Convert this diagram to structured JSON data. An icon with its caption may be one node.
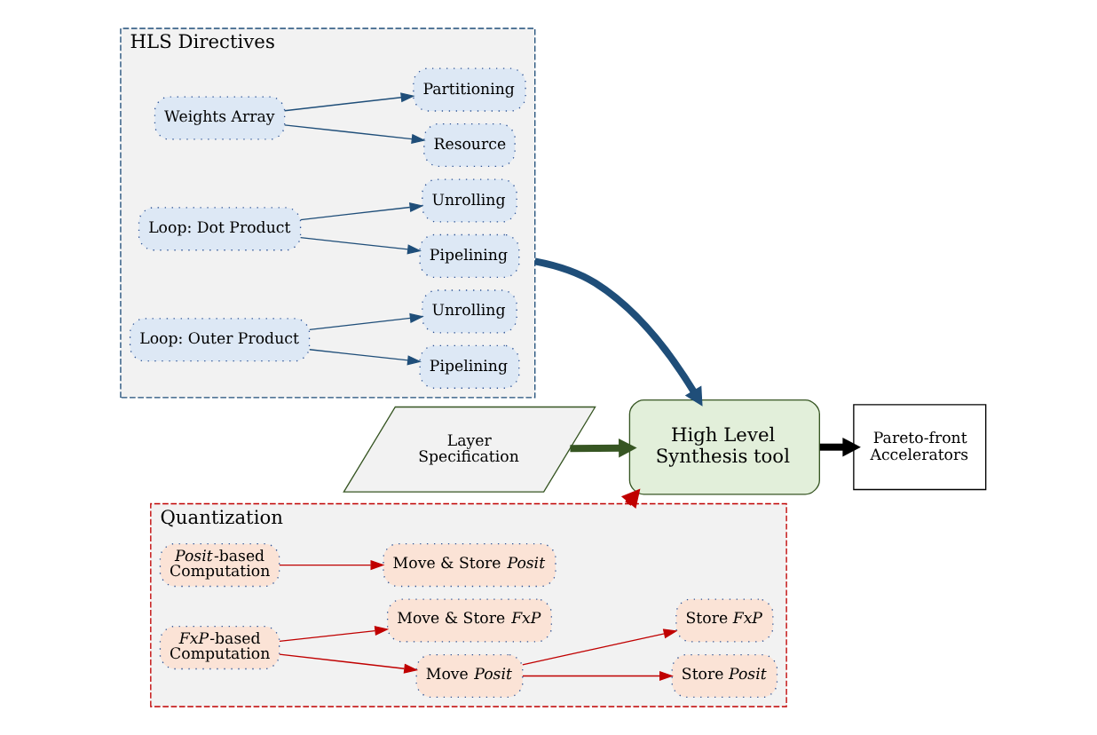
{
  "diagram": {
    "nodes": [
      {
        "text": [
          "HLS Directives"
        ]
      },
      {
        "text": [
          "Weights Array"
        ],
        "in": 0
      },
      {
        "text": [
          "Resource"
        ],
        "in": 0
      },
      {
        "text": [
          "Partitioning"
        ],
        "in": 0
      },
      {
        "text": [
          "Loop: Dot Product"
        ],
        "in": 0
      },
      {
        "text": [
          "Pipelining"
        ],
        "in": 0
      },
      {
        "text": [
          "Unrolling"
        ],
        "in": 0
      },
      {
        "text": [
          "Loop: Outer Product"
        ],
        "in": 0
      },
      {
        "text": [
          "Pipelining"
        ],
        "in": 0
      },
      {
        "text": [
          "Unrolling"
        ],
        "in": 0
      },
      {
        "text": [
          "Quantization"
        ]
      },
      {
        "text": [
          "*Posit*-based Computation"
        ],
        "in": 10
      },
      {
        "text": [
          "Move & Store *Posit*"
        ],
        "in": 10
      },
      {
        "text": [
          "*FxP*-based Computation"
        ],
        "in": 10
      },
      {
        "text": [
          "Move *Posit*"
        ],
        "in": 10
      },
      {
        "text": [
          "Store *Posit*"
        ],
        "in": 10
      },
      {
        "text": [
          "Store *FxP*"
        ],
        "in": 10
      },
      {
        "text": [
          "Move & Store *FxP*"
        ],
        "in": 10
      },
      {
        "text": [
          "High Level Synthesis tool"
        ]
      },
      {
        "text": [
          "Pareto-front Accelerators"
        ]
      },
      {
        "text": [
          "Layer Specification"
        ]
      }
    ],
    "edges": [
      {
        "from": 1,
        "to": 2,
        "arrow": "to"
      },
      {
        "from": 1,
        "to": 3,
        "arrow": "to"
      },
      {
        "from": 4,
        "to": 5,
        "arrow": "to"
      },
      {
        "from": 4,
        "to": 6,
        "arrow": "to"
      },
      {
        "from": 7,
        "to": 8,
        "arrow": "to"
      },
      {
        "from": 7,
        "to": 9,
        "arrow": "to"
      },
      {
        "from": 11,
        "to": 12,
        "arrow": "to",
        "color": "#c00000"
      },
      {
        "from": 13,
        "to": 14,
        "arrow": "to",
        "color": "#c00000"
      },
      {
        "from": 13,
        "to": 17,
        "arrow": "to",
        "color": "#c00000"
      },
      {
        "from": 14,
        "to": 15,
        "arrow": "to",
        "color": "#c00000"
      },
      {
        "from": 14,
        "to": 16,
        "arrow": "to",
        "color": "#c00000"
      },
      {
        "from": 0,
        "to": 18,
        "arrow": "to",
        "style": "thick"
      },
      {
        "from": 10,
        "to": 18,
        "arrow": "to",
        "style": "thick",
        "color": "#c00000"
      },
      {
        "from": 20,
        "to": 18,
        "arrow": "to",
        "style": "thick",
        "color": "#375623"
      },
      {
        "from": 18,
        "to": 19,
        "arrow": "to",
        "style": "thick",
        "color": "#000000"
      }
    ]
  }
}
